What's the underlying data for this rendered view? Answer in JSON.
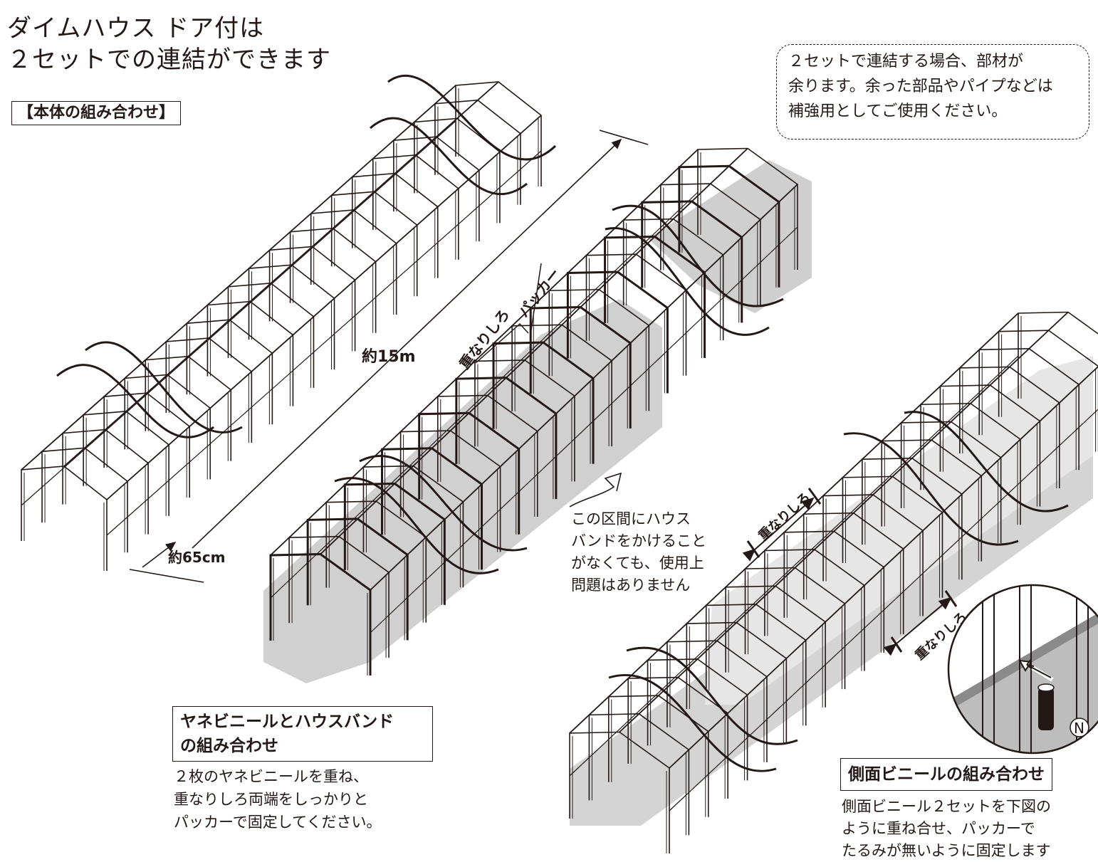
{
  "title": {
    "line1": "ダイムハウス ドア付は",
    "line2": "２セットでの連結ができます"
  },
  "main_label": "【本体の組み合わせ】",
  "note": {
    "line1": "２セットで連結する場合、部材が",
    "line2": "余ります。余った部品やパイプなどは",
    "line3": "補強用としてご使用ください。"
  },
  "dimensions": {
    "length": "約15m",
    "width": "約65cm"
  },
  "roof_section": {
    "label_line1": "ヤネビニールとハウスバンド",
    "label_line2": "の組み合わせ",
    "desc_line1": "２枚のヤネビニールを重ね、",
    "desc_line2": "重なりしろ両端をしっかりと",
    "desc_line3": "パッカーで固定してください。",
    "overlap_label": "重なりしろ",
    "packer_label": "パッカー"
  },
  "callout": {
    "line1": "この区間にハウス",
    "line2": "バンドをかけること",
    "line3": "がなくても、使用上",
    "line4": "問題はありません"
  },
  "side_section": {
    "label": "側面ビニールの組み合わせ",
    "desc_line1": "側面ビニール２セットを下図の",
    "desc_line2": "ように重ね合せ、パッカーで",
    "desc_line3": "たるみが無いように固定します",
    "overlap_label_top": "重なりしろ",
    "overlap_label_bottom": "重なりしろ",
    "detail_marker": "N"
  },
  "colors": {
    "ink": "#231815",
    "shade": "#c9c9c9",
    "shade_light": "#e2e2e2"
  }
}
